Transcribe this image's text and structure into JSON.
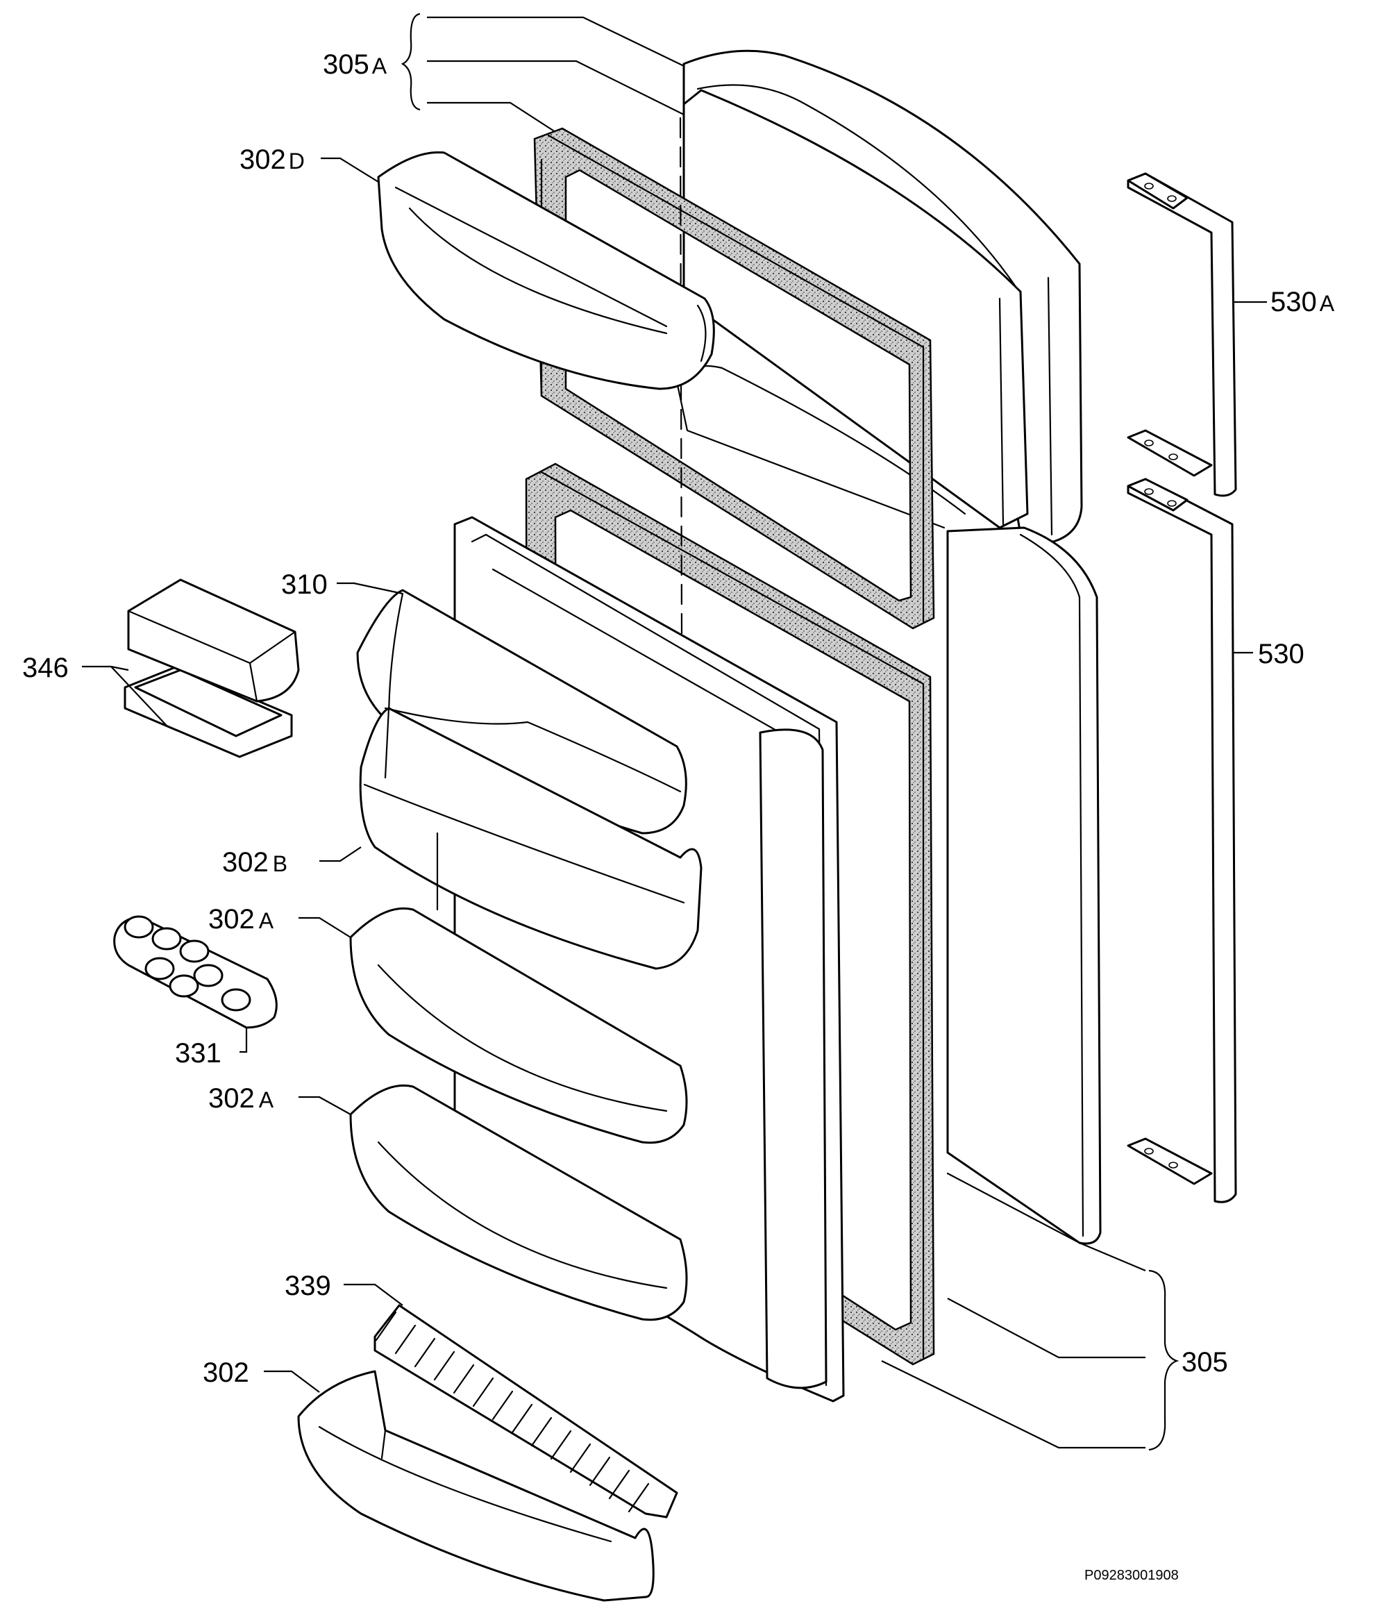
{
  "callouts": {
    "c305A": {
      "num": "305",
      "suffix": "A"
    },
    "c302D": {
      "num": "302",
      "suffix": "D"
    },
    "c530A": {
      "num": "530",
      "suffix": "A"
    },
    "c310": {
      "num": "310",
      "suffix": ""
    },
    "c346": {
      "num": "346",
      "suffix": ""
    },
    "c530": {
      "num": "530",
      "suffix": ""
    },
    "c302B": {
      "num": "302",
      "suffix": "B"
    },
    "c302A1": {
      "num": "302",
      "suffix": "A"
    },
    "c331": {
      "num": "331",
      "suffix": ""
    },
    "c302A2": {
      "num": "302",
      "suffix": "A"
    },
    "c339": {
      "num": "339",
      "suffix": ""
    },
    "c305": {
      "num": "305",
      "suffix": ""
    },
    "c302": {
      "num": "302",
      "suffix": ""
    }
  },
  "drawing_code": "P09283001908"
}
